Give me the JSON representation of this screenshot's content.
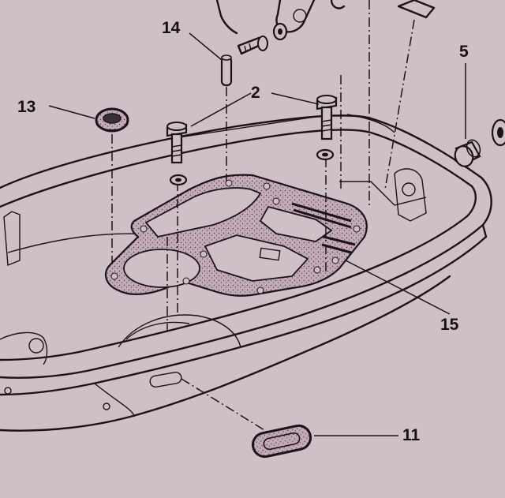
{
  "diagram": {
    "background": "#cfc0c7",
    "ink": "#1a1418",
    "gasket_fill": "#b89fae",
    "callouts": [
      {
        "id": "c14",
        "label": "14"
      },
      {
        "id": "c2",
        "label": "2"
      },
      {
        "id": "c5",
        "label": "5"
      },
      {
        "id": "c13",
        "label": "13"
      },
      {
        "id": "c15",
        "label": "15"
      },
      {
        "id": "c11",
        "label": "11"
      }
    ],
    "parts": [
      {
        "name": "dowel-pin"
      },
      {
        "name": "bolt"
      },
      {
        "name": "washer"
      },
      {
        "name": "bushing"
      },
      {
        "name": "grommet"
      },
      {
        "name": "gasket"
      },
      {
        "name": "bottom-cowling"
      },
      {
        "name": "rubber-seal"
      }
    ]
  }
}
